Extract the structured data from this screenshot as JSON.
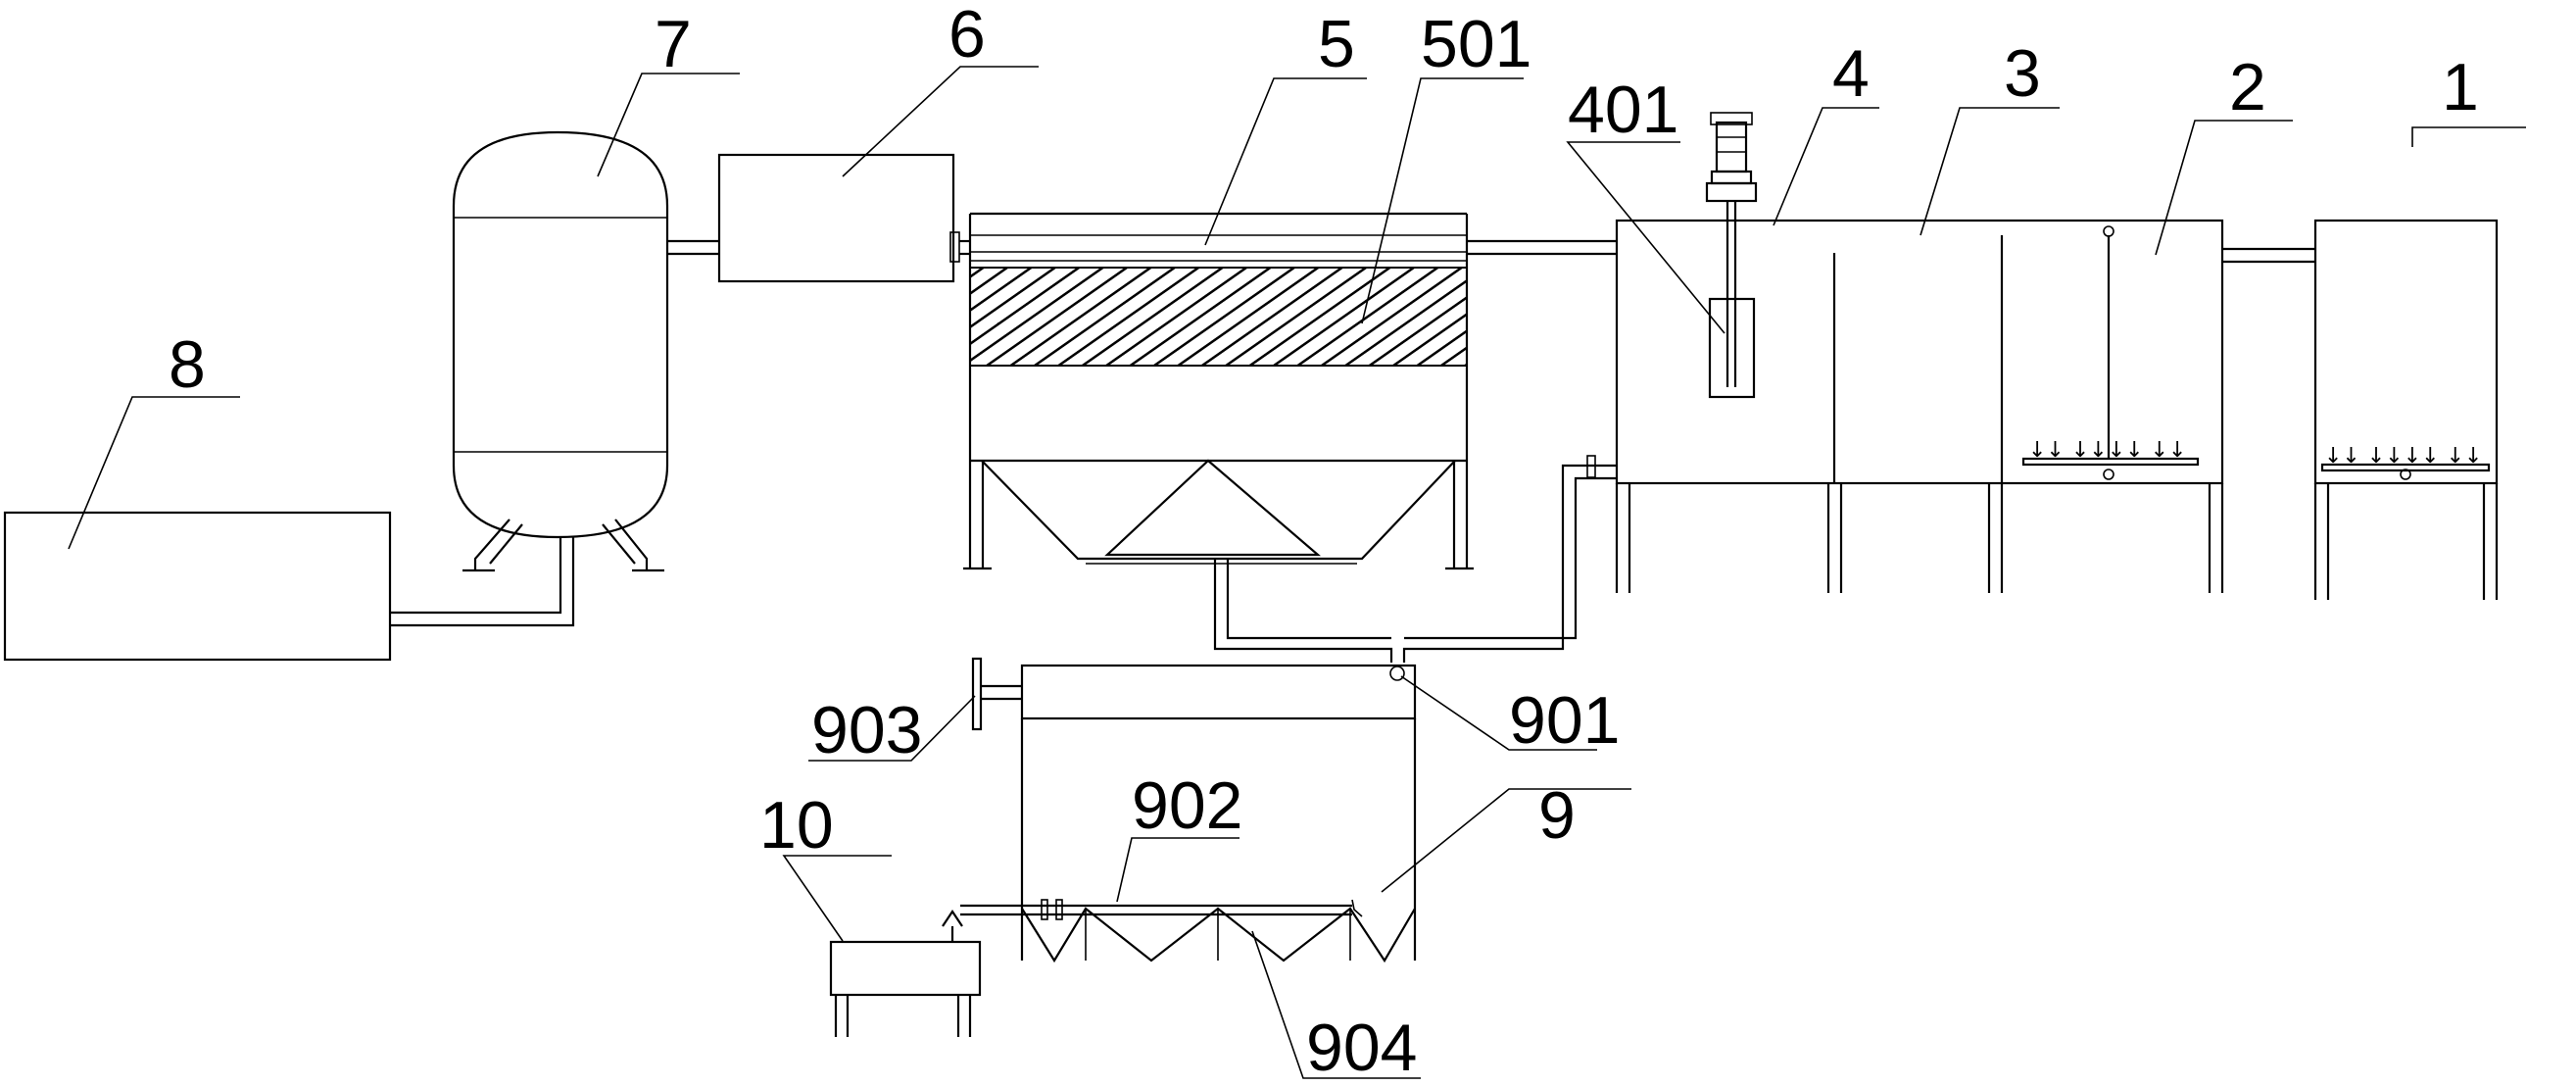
{
  "labels": {
    "l1": "1",
    "l2": "2",
    "l3": "3",
    "l4": "4",
    "l401": "401",
    "l5": "5",
    "l501": "501",
    "l6": "6",
    "l7": "7",
    "l8": "8",
    "l9": "9",
    "l901": "901",
    "l902": "902",
    "l903": "903",
    "l904": "904",
    "l10": "10"
  }
}
